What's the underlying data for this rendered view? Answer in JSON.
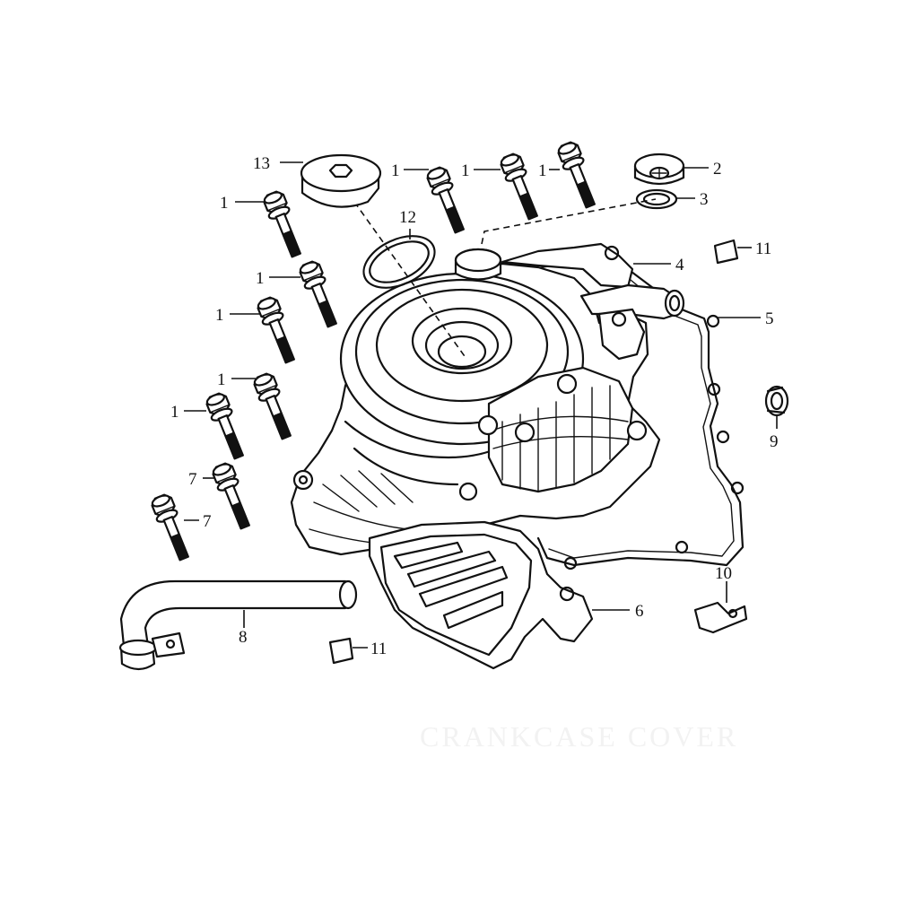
{
  "diagram": {
    "callouts": [
      {
        "id": "c13",
        "label": "13"
      },
      {
        "id": "c1a",
        "label": "1"
      },
      {
        "id": "c1b",
        "label": "1"
      },
      {
        "id": "c1c",
        "label": "1"
      },
      {
        "id": "c2",
        "label": "2"
      },
      {
        "id": "c3",
        "label": "3"
      },
      {
        "id": "c12",
        "label": "12"
      },
      {
        "id": "c1d",
        "label": "1"
      },
      {
        "id": "c4",
        "label": "4"
      },
      {
        "id": "c11a",
        "label": "11"
      },
      {
        "id": "c1e",
        "label": "1"
      },
      {
        "id": "c1f",
        "label": "1"
      },
      {
        "id": "c5",
        "label": "5"
      },
      {
        "id": "c1g",
        "label": "1"
      },
      {
        "id": "c1h",
        "label": "1"
      },
      {
        "id": "c9",
        "label": "9"
      },
      {
        "id": "c7a",
        "label": "7"
      },
      {
        "id": "c7b",
        "label": "7"
      },
      {
        "id": "c10",
        "label": "10"
      },
      {
        "id": "c6",
        "label": "6"
      },
      {
        "id": "c8",
        "label": "8"
      },
      {
        "id": "c11b",
        "label": "11"
      }
    ],
    "watermark": "CRANKCASE COVER"
  }
}
